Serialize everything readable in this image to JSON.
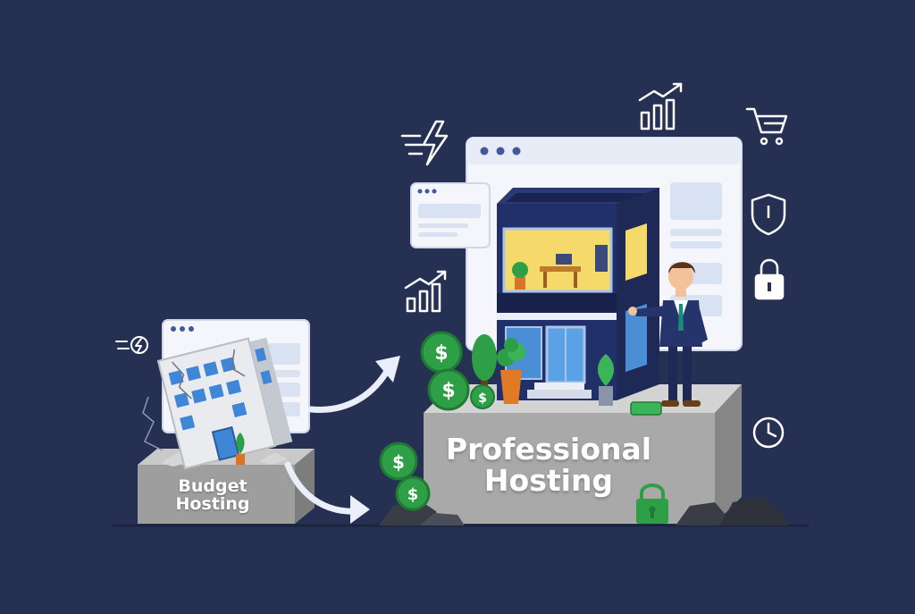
{
  "scene": {
    "budget": {
      "line1": "Budget",
      "line2": "Hosting"
    },
    "professional": {
      "line1": "Professional",
      "line2": "Hosting"
    }
  },
  "colors": {
    "background": "#253052",
    "accent_green": "#2e9e47",
    "glass_blue": "#4a8fd6",
    "warm_light": "#f6d96b",
    "building_navy": "#1e2a55",
    "concrete": "#a8a8a8",
    "white": "#ffffff"
  },
  "icons": [
    "speed-lightning-icon",
    "growth-chart-icon",
    "shopping-cart-icon",
    "shield-icon",
    "padlock-icon",
    "clock-icon",
    "dollar-coin-icon"
  ]
}
